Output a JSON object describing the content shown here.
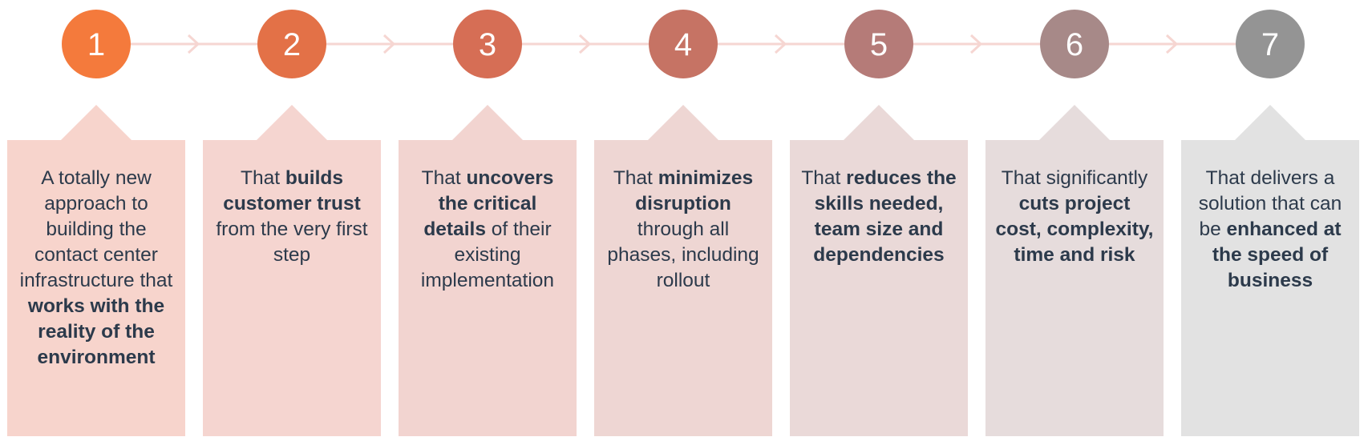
{
  "colors": {
    "connector": "#f6d6d2"
  },
  "steps": [
    {
      "number": "1",
      "circle_color": "#f47a3c",
      "card_color": "#f7d4cc",
      "text": [
        {
          "t": "A totally new approach to building the contact center infrastructure that ",
          "b": false
        },
        {
          "t": "works with the reality of the environment",
          "b": true
        }
      ]
    },
    {
      "number": "2",
      "circle_color": "#e37147",
      "card_color": "#f5d5d0",
      "text": [
        {
          "t": "That ",
          "b": false
        },
        {
          "t": "builds customer trust",
          "b": true
        },
        {
          "t": " from the very first step",
          "b": false
        }
      ]
    },
    {
      "number": "3",
      "circle_color": "#d66e55",
      "card_color": "#f2d4d0",
      "text": [
        {
          "t": "That ",
          "b": false
        },
        {
          "t": "uncovers the critical details",
          "b": true
        },
        {
          "t": " of their existing implementation",
          "b": false
        }
      ]
    },
    {
      "number": "4",
      "circle_color": "#c67364",
      "card_color": "#eed6d3",
      "text": [
        {
          "t": "That ",
          "b": false
        },
        {
          "t": "minimizes disruption",
          "b": true
        },
        {
          "t": " through all phases, including rollout",
          "b": false
        }
      ]
    },
    {
      "number": "5",
      "circle_color": "#b57b78",
      "card_color": "#ead9d8",
      "text": [
        {
          "t": "That ",
          "b": false
        },
        {
          "t": "reduces the skills needed, team size and dependencies",
          "b": true
        }
      ]
    },
    {
      "number": "6",
      "circle_color": "#a78988",
      "card_color": "#e6dcdc",
      "text": [
        {
          "t": "That significantly ",
          "b": false
        },
        {
          "t": "cuts project cost, complexity, time and risk",
          "b": true
        }
      ]
    },
    {
      "number": "7",
      "circle_color": "#949494",
      "card_color": "#e2e2e2",
      "text": [
        {
          "t": "That delivers a solution that can be ",
          "b": false
        },
        {
          "t": "enhanced at the speed of business",
          "b": true
        }
      ]
    }
  ]
}
